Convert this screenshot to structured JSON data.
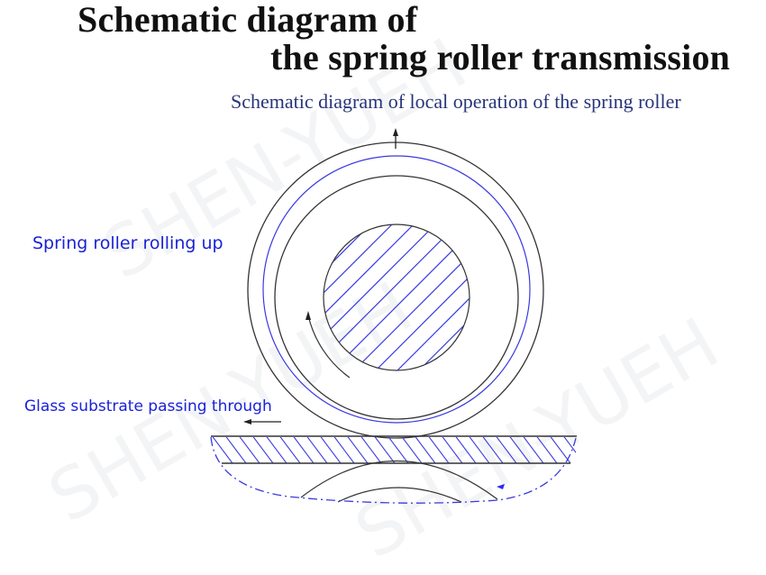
{
  "title": {
    "line1": "Schematic diagram of",
    "line2": "the spring roller transmission"
  },
  "subtitle": "Schematic diagram of local operation of the spring roller",
  "labels": {
    "roller": "Spring roller rolling up",
    "glass": "Glass substrate passing through"
  },
  "watermark": {
    "text_1": "SHEN-YUEH",
    "text_2": "SHEN-YUEH",
    "text_3": "SHEN-YUEH"
  },
  "colors": {
    "title": "#111111",
    "subtitle": "#27357a",
    "label": "#1a22d8",
    "line_black": "#333333",
    "line_blue": "#3a3ae0"
  }
}
